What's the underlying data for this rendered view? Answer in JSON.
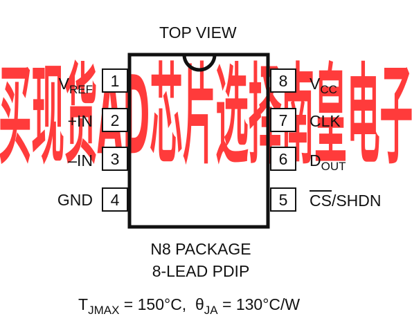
{
  "watermark": "买现货AD芯片选择南皇电子",
  "view_label": "TOP VIEW",
  "pins_left": [
    {
      "num": "1",
      "name": "V",
      "sub": "REF"
    },
    {
      "num": "2",
      "name": "+IN",
      "sub": ""
    },
    {
      "num": "3",
      "name": "–IN",
      "sub": ""
    },
    {
      "num": "4",
      "name": "GND",
      "sub": ""
    }
  ],
  "pins_right": [
    {
      "num": "8",
      "name": "V",
      "sub": "CC"
    },
    {
      "num": "7",
      "name": "CLK",
      "sub": ""
    },
    {
      "num": "6",
      "name": "D",
      "sub": "OUT"
    },
    {
      "num": "5",
      "name_overline": "CS",
      "name": "/SHDN",
      "sub": ""
    }
  ],
  "package_line1": "N8 PACKAGE",
  "package_line2": "8-LEAD PDIP",
  "thermal": {
    "t_symbol": "T",
    "t_sub": "JMAX",
    "t_value": " = 150°C,  ",
    "theta_symbol": "θ",
    "theta_sub": "JA",
    "theta_value": " = 130°C/W"
  },
  "colors": {
    "watermark": "#ff2a2a",
    "ink": "#111111"
  }
}
